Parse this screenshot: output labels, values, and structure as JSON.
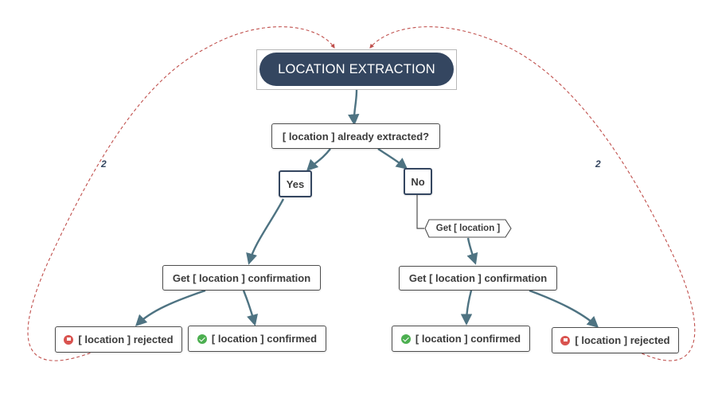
{
  "root": {
    "label": "LOCATION EXTRACTION"
  },
  "question": {
    "label": "[ location ] already extracted?"
  },
  "answers": {
    "yes": "Yes",
    "no": "No"
  },
  "action": {
    "label": "Get [ location ]"
  },
  "left_branch": {
    "confirmation": "Get [ location ] confirmation",
    "rejected": "[ location ] rejected",
    "confirmed": "[ location ] confirmed"
  },
  "right_branch": {
    "confirmation": "Get [ location ] confirmation",
    "confirmed": "[ location ] confirmed",
    "rejected": "[ location ] rejected"
  },
  "loops": {
    "left_label": "2",
    "right_label": "2"
  },
  "colors": {
    "root_fill": "#344660",
    "edge": "#4e7382",
    "loop_edge": "#c0504d",
    "rejected_icon": "#d9534f",
    "confirmed_icon": "#4caf50"
  }
}
